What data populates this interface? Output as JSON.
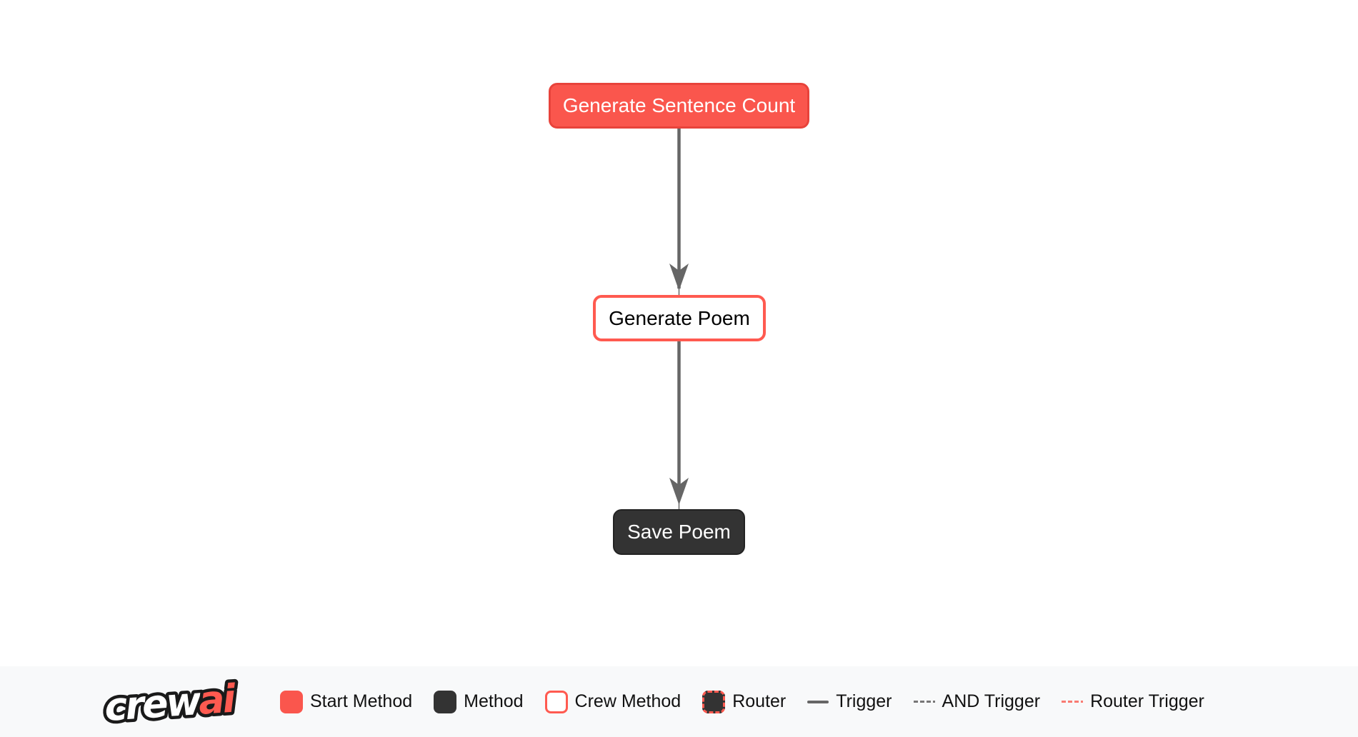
{
  "page": {
    "background": "#ffffff"
  },
  "flow_diagram": {
    "nodes": [
      {
        "label": "Generate Sentence Count",
        "type": "start_method",
        "fill": "#FA564D",
        "border": "#E8433B",
        "text_color": "#ffffff"
      },
      {
        "label": "Generate Poem",
        "type": "crew_method",
        "fill": "#ffffff",
        "border": "#FF5A50",
        "text_color": "#000000"
      },
      {
        "label": "Save Poem",
        "type": "method",
        "fill": "#333333",
        "border": "#232323",
        "text_color": "#ffffff"
      }
    ],
    "edges": [
      {
        "from": "Generate Sentence Count",
        "to": "Generate Poem",
        "type": "trigger",
        "style": "solid",
        "color": "#666666"
      },
      {
        "from": "Generate Poem",
        "to": "Save Poem",
        "type": "trigger",
        "style": "solid",
        "color": "#666666"
      }
    ]
  },
  "legend": {
    "background": "#F8F9FA",
    "logo": {
      "crew": "crew",
      "ai": "ai",
      "crew_color": "#ffffff",
      "ai_color": "#FF5A50",
      "outline_color": "#1a1a1a"
    },
    "items": [
      {
        "label": "Start Method",
        "swatch": "start-method-swatch",
        "color": "#FA564D"
      },
      {
        "label": "Method",
        "swatch": "method-swatch",
        "color": "#333333"
      },
      {
        "label": "Crew Method",
        "swatch": "crew-method-swatch",
        "color": "#FF5A50"
      },
      {
        "label": "Router",
        "swatch": "router-swatch",
        "color": "#FF5A50"
      },
      {
        "label": "Trigger",
        "swatch": "trigger-line",
        "color": "#666666"
      },
      {
        "label": "AND Trigger",
        "swatch": "and-trigger-line",
        "color": "#777777"
      },
      {
        "label": "Router Trigger",
        "swatch": "router-trigger-line",
        "color": "#F97B72"
      }
    ]
  }
}
